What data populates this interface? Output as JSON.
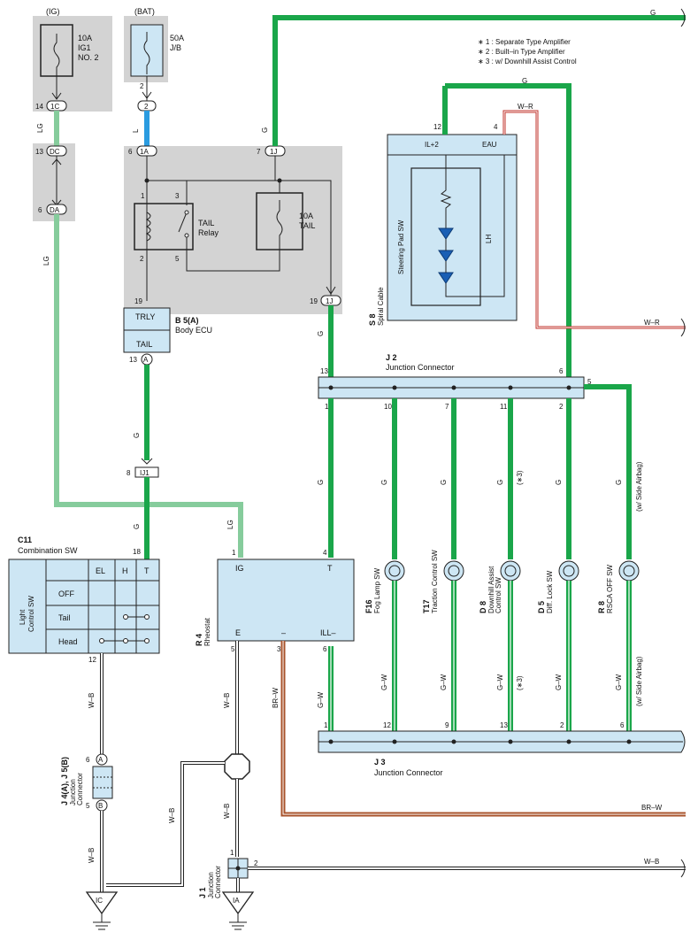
{
  "notes": [
    "∗ 1 : Separate Type Amplifier",
    "∗ 2 : Built–in Type Amplifier",
    "∗ 3 : w/ Downhill Assist Control"
  ],
  "sources": {
    "ig": "(IG)",
    "bat": "(BAT)"
  },
  "fuses": {
    "ig1": {
      "line1": "10A",
      "line2": "IG1",
      "line3": "NO. 2"
    },
    "jb": {
      "line1": "50A",
      "line2": "J/B"
    },
    "tail": {
      "line1": "10A",
      "line2": "TAIL"
    }
  },
  "relay": {
    "line1": "TAIL",
    "line2": "Relay"
  },
  "ecu": {
    "id": "B 5(A)",
    "name": "Body ECU",
    "trly": "TRLY",
    "tail": "TAIL"
  },
  "connectors": {
    "c1C": "1C",
    "cDC": "DC",
    "cDA": "DA",
    "c2": "2",
    "c1A": "1A",
    "c1J": "1J",
    "c1J_b": "1J",
    "cA": "A",
    "cIJ1": "IJ1",
    "cAj": "A",
    "cBj": "B",
    "cIC": "IC",
    "cIA": "IA"
  },
  "pins": {
    "p14": "14",
    "p13": "13",
    "p6": "6",
    "p2": "2",
    "p6b": "6",
    "p7": "7",
    "p1": "1",
    "p3": "3",
    "p2b": "2",
    "p5": "5",
    "p19": "19",
    "p19b": "19",
    "p13b": "13",
    "p8": "8",
    "p18": "18"
  },
  "wires": {
    "g": "G",
    "lg": "LG",
    "l": "L",
    "wr": "W–R",
    "wb": "W–B",
    "gw": "G–W",
    "brw": "BR–W"
  },
  "spiral": {
    "id": "S 8",
    "name": "Spiral Cable",
    "sub": "Steering Pad SW",
    "ilv": "IL+2",
    "eau": "EAU",
    "lh": "LH",
    "pin12": "12",
    "pin4": "4"
  },
  "j2": {
    "id": "J 2",
    "name": "Junction Connector",
    "pins": [
      "13",
      "6",
      "5",
      "1",
      "10",
      "7",
      "11",
      "2"
    ]
  },
  "j3": {
    "id": "J 3",
    "name": "Junction Connector",
    "pins": [
      "1",
      "12",
      "9",
      "13",
      "2",
      "6"
    ]
  },
  "switches": [
    {
      "id": "F16",
      "name": "Fog Lamp SW",
      "name2": ""
    },
    {
      "id": "T17",
      "name": "Traction Control SW",
      "name2": ""
    },
    {
      "id": "D 8",
      "name": "Downhill Assist",
      "name2": "Control SW"
    },
    {
      "id": "D 5",
      "name": "Diff.  Lock SW",
      "name2": ""
    },
    {
      "id": "R 8",
      "name": "RSCA OFF SW",
      "name2": ""
    }
  ],
  "annotations": {
    "star3": "(∗3)",
    "side": "(w/ Side Airbag)"
  },
  "combination": {
    "id": "C11",
    "name": "Combination SW",
    "sub1": "Light",
    "sub2": "Control SW",
    "el": "EL",
    "h": "H",
    "t": "T",
    "off": "OFF",
    "tail": "Tail",
    "head": "Head",
    "pin12": "12"
  },
  "rheostat": {
    "id": "R 4",
    "name": "Rheostat",
    "ig": "IG",
    "t": "T",
    "e": "E",
    "minus": "–",
    "ill": "ILL–",
    "p1": "1",
    "p4": "4",
    "p5": "5",
    "p3": "3",
    "p6": "6"
  },
  "j4": {
    "id": "J 4(A), J 5(B)",
    "name": "Junction",
    "name2": "Connector",
    "p6": "6",
    "p5": "5"
  },
  "j1": {
    "id": "J 1",
    "name": "Junction",
    "name2": "Connector",
    "p1": "1",
    "p2": "2"
  }
}
